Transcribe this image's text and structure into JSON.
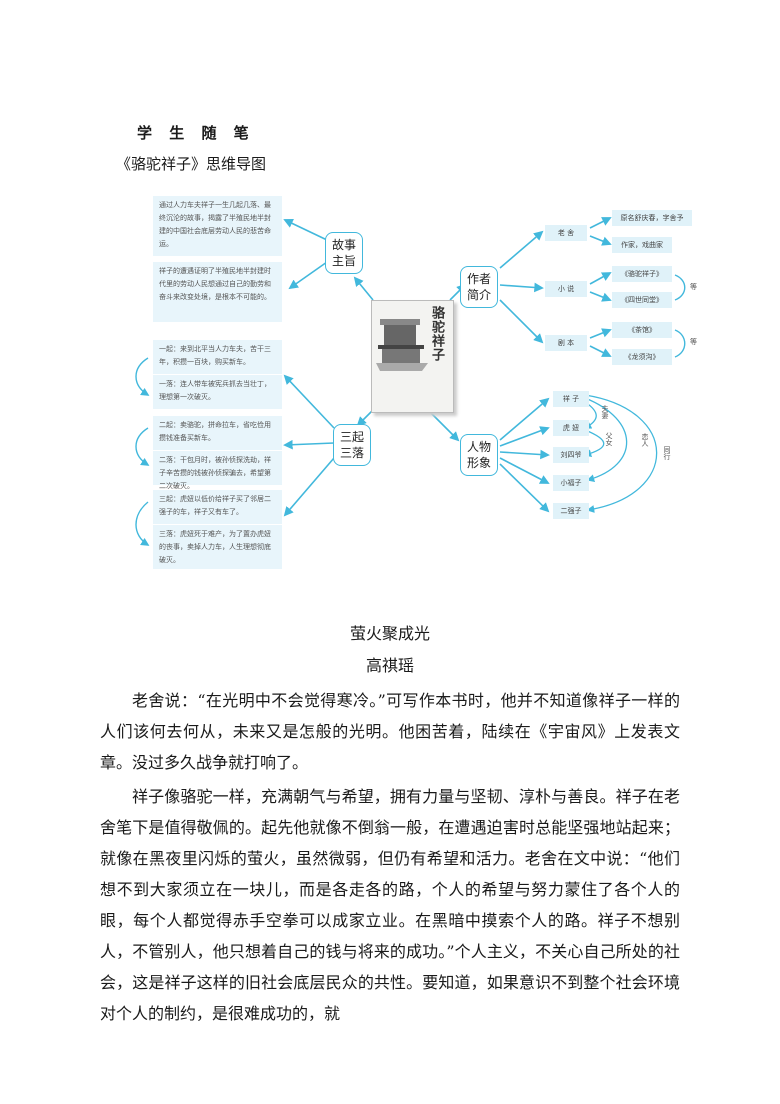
{
  "header": {
    "section": "学 生 随 笔",
    "map_title": "《骆驼祥子》思维导图"
  },
  "mindmap": {
    "center_book": "骆驼祥子",
    "nodes": {
      "story": [
        "故事",
        "主旨"
      ],
      "author": [
        "作者",
        "简介"
      ],
      "three": [
        "三起",
        "三落"
      ],
      "people": [
        "人物",
        "形象"
      ]
    },
    "story_boxes": [
      "通过人力车夫祥子一生几起几落、最终沉沦的故事，揭露了半殖民地半封建的中国社会底层劳动人民的悲苦命运。",
      "祥子的遭遇证明了半殖民地半封建时代里的劳动人民想通过自己的勤劳和奋斗来改变处境，是根本不可能的。"
    ],
    "rise_fall": [
      {
        "up": "一起：来到北平当人力车夫，苦干三年，积攒一百块，购买新车。",
        "down": "一落：连人带车被宪兵抓去当壮丁，理想第一次破灭。"
      },
      {
        "up": "二起：卖骆驼，拼命拉车，省吃俭用攒钱准备买新车。",
        "down": "二落：干包月时，被孙侦探洗劫，祥子辛苦攒的钱被孙侦探骗去，希望第二次破灭。"
      },
      {
        "up": "三起：虎妞以低价给祥子买了邻居二强子的车，祥子又有车了。",
        "down": "三落：虎妞死于难产，为了置办虎妞的丧事，卖掉人力车，人生理想彻底破灭。"
      }
    ],
    "author_items": [
      {
        "tag": "老 舍",
        "details": [
          "原名舒庆春，字舍予",
          "作家，戏曲家"
        ]
      },
      {
        "tag": "小 说",
        "details": [
          "《骆驼祥子》",
          "《四世同堂》"
        ],
        "suffix": "等"
      },
      {
        "tag": "剧 本",
        "details": [
          "《茶馆》",
          "《龙须沟》"
        ],
        "suffix": "等"
      }
    ],
    "characters": [
      "祥 子",
      "虎 妞",
      "刘四爷",
      "小福子",
      "二强子"
    ],
    "relations": {
      "spouse": "夫妻",
      "father_daughter": "父女",
      "lovers": "恋人",
      "peers": "同行"
    }
  },
  "essay": {
    "title": "萤火聚成光",
    "author": "高祺瑶",
    "paragraphs": [
      "老舍说：“在光明中不会觉得寒冷。”可写作本书时，他并不知道像祥子一样的人们该何去何从，未来又是怎般的光明。他困苦着，陆续在《宇宙风》上发表文章。没过多久战争就打响了。",
      "祥子像骆驼一样，充满朝气与希望，拥有力量与坚韧、淳朴与善良。祥子在老舍笔下是值得敬佩的。起先他就像不倒翁一般，在遭遇迫害时总能坚强地站起来；就像在黑夜里闪烁的萤火，虽然微弱，但仍有希望和活力。老舍在文中说：“他们想不到大家须立在一块儿，而是各走各的路，个人的希望与努力蒙住了各个人的眼，每个人都觉得赤手空拳可以成家立业。在黑暗中摸索个人的路。祥子不想别人，不管别人，他只想着自己的钱与将来的成功。”个人主义，不关心自己所处的社会，这是祥子这样的旧社会底层民众的共性。要知道，如果意识不到整个社会环境对个人的制约，是很难成功的，就"
    ]
  },
  "colors": {
    "accent": "#42b8dc",
    "box_bg": "#e8f5fb"
  }
}
